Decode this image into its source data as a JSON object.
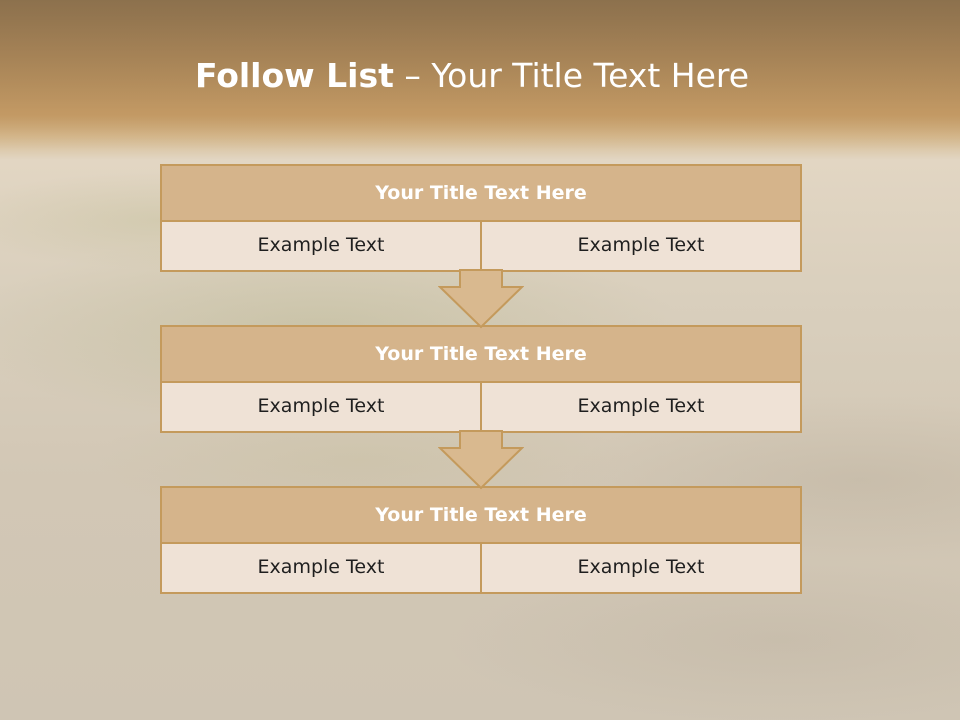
{
  "slide": {
    "title_bold": "Follow List",
    "title_rest": " – Your Title Text Here"
  },
  "steps": [
    {
      "title": "Your Title Text Here",
      "left_text": "Example Text",
      "right_text": "Example Text"
    },
    {
      "title": "Your Title Text Here",
      "left_text": "Example Text",
      "right_text": "Example Text"
    },
    {
      "title": "Your Title Text Here",
      "left_text": "Example Text",
      "right_text": "Example Text"
    }
  ],
  "colors": {
    "box_title_fill": "#d5b48b",
    "box_border": "#c49a5c",
    "box_cell_fill": "#efe2d6",
    "arrow_fill": "#d9b98f",
    "title_text": "#ffffff"
  },
  "icons": {
    "arrow": "down-arrow-icon"
  }
}
